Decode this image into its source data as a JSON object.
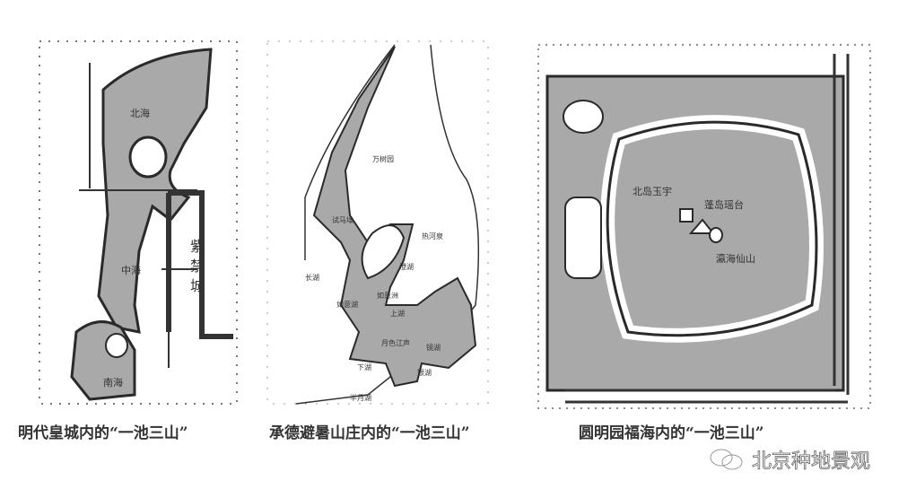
{
  "maps": [
    {
      "caption": "明代皇城内的“一池三山”",
      "labels": {
        "north": "北海",
        "middle": "中海",
        "south": "南海",
        "palace": [
          "紫",
          "禁",
          "城"
        ]
      }
    },
    {
      "caption": "承德避暑山庄内的“一池三山”",
      "labels": {
        "wanshu": "万树园",
        "shima": "试马埭",
        "rehe": "热河泉",
        "changhu": "长湖",
        "chenghu": "澄湖",
        "ruyizhou": "如意洲",
        "ruyihu": "如意湖",
        "shanghu": "上湖",
        "yuese": "月色江声",
        "jinghu": "镜湖",
        "yinhu": "银湖",
        "xiahu": "下湖",
        "banyue": "半月湖"
      }
    },
    {
      "caption": "圆明园福海内的“一池三山”",
      "labels": {
        "beidao": "北岛玉宇",
        "penglai": "蓬岛瑶台",
        "yinghai": "瀛海仙山"
      }
    }
  ],
  "colors": {
    "water": "#a9a9a9",
    "outline": "#2a2a2a"
  },
  "watermark": {
    "icon": "wechat-icon",
    "text": "北京种地景观"
  }
}
